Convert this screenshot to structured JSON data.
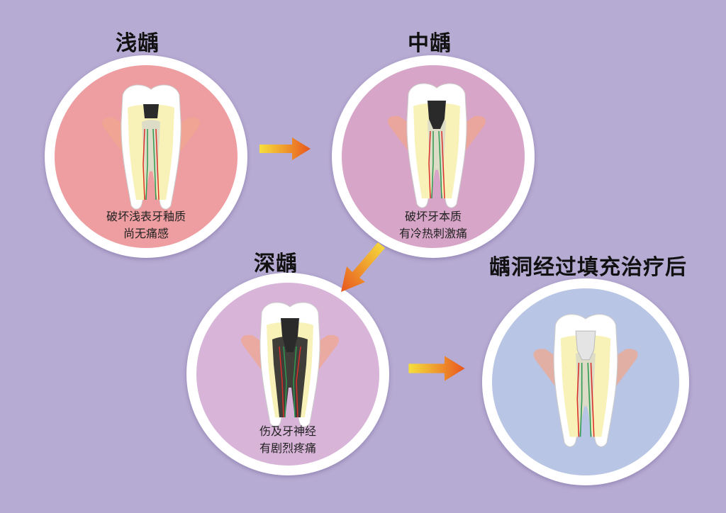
{
  "stages": [
    {
      "title": "浅龋",
      "caption_line1": "破坏浅表牙釉质",
      "caption_line2": "尚无痛感",
      "fill": "#ee9da1"
    },
    {
      "title": "中龋",
      "caption_line1": "破坏牙本质",
      "caption_line2": "有冷热刺激痛",
      "fill": "#d7a5c7"
    },
    {
      "title": "深龋",
      "caption_line1": "伤及牙神经",
      "caption_line2": "有剧烈疼痛",
      "fill": "#d8b4d9"
    },
    {
      "title": "龋洞经过填充治疗后",
      "caption_line1": "",
      "caption_line2": "",
      "fill": "#b8c5e4"
    }
  ],
  "colors": {
    "background": "#b6abd3",
    "arrow_start": "#f6df3c",
    "arrow_end": "#e8561e",
    "gum": "#f0a78f",
    "enamel": "#ffffff",
    "dentin": "#f8f2b8",
    "pulp": "#d9d9c8",
    "cavity": "#2a2a2a",
    "nerve_red": "#d9302b",
    "nerve_green": "#2f9a52"
  },
  "icons": [
    "tooth-icon",
    "arrow-right-icon",
    "arrow-down-left-icon"
  ]
}
